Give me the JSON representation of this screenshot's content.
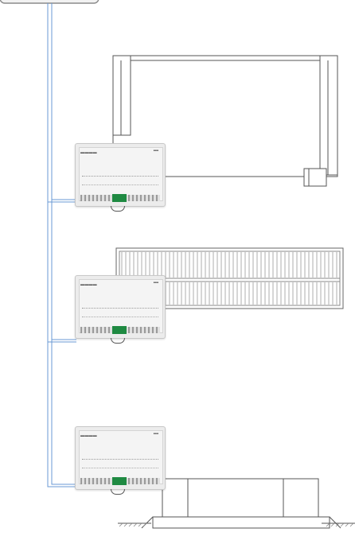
{
  "diagram": {
    "nodes": [
      {
        "id": "controller",
        "label": ""
      },
      {
        "id": "module-1",
        "label": ""
      },
      {
        "id": "module-2",
        "label": ""
      },
      {
        "id": "module-3",
        "label": ""
      },
      {
        "id": "fan-coil-floor",
        "label": ""
      },
      {
        "id": "heating-grille",
        "label": ""
      },
      {
        "id": "ceiling-cassette",
        "label": ""
      }
    ],
    "edges": [
      {
        "from": "controller",
        "to": "module-1"
      },
      {
        "from": "controller",
        "to": "module-2"
      },
      {
        "from": "controller",
        "to": "module-3"
      },
      {
        "from": "module-1",
        "to": "fan-coil-floor"
      },
      {
        "from": "module-2",
        "to": "heating-grille"
      },
      {
        "from": "module-3",
        "to": "ceiling-cassette"
      }
    ]
  },
  "colors": {
    "bus_line": "#6a9ad4",
    "outline": "#555555",
    "module_body": "#ececec",
    "terminal_green": "#1f8a42",
    "ceiling_hatch": "#888888"
  },
  "icons": {
    "controller": "control-panel-icon",
    "module": "control-module-icon",
    "fan_coil": "floor-fan-coil-icon",
    "grille": "linear-grille-icon",
    "cassette": "ceiling-cassette-icon"
  }
}
